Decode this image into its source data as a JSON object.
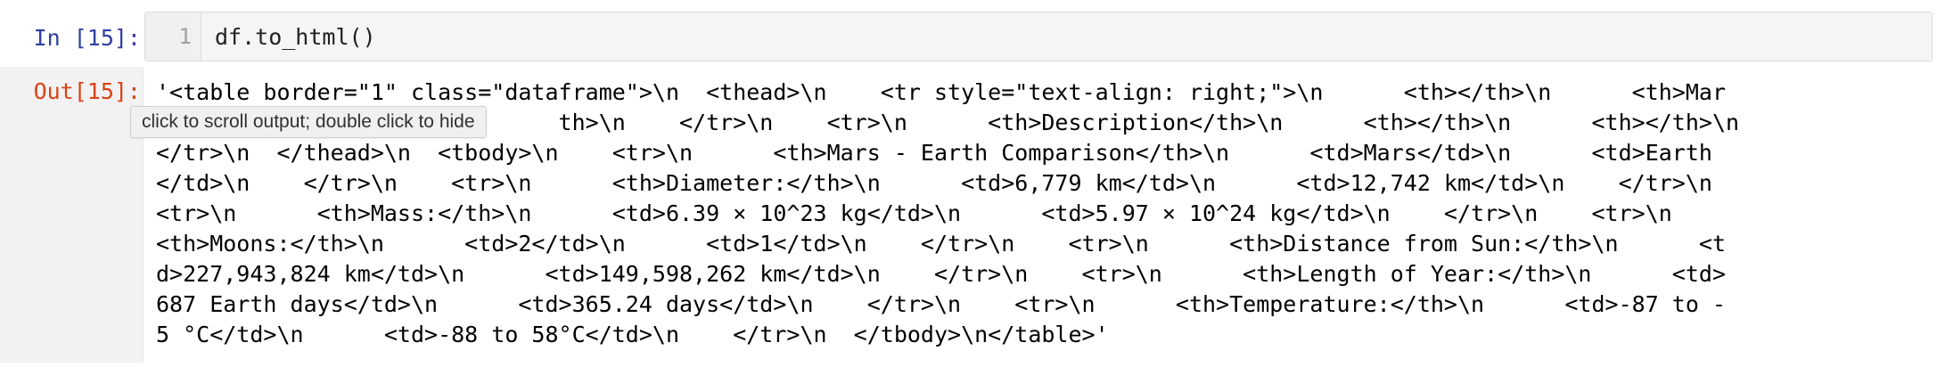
{
  "cell": {
    "in_prompt": "In [15]:",
    "out_prompt": "Out[15]:",
    "line_number": "1",
    "code": "df.to_html()"
  },
  "tooltip": {
    "text": "click to scroll output; double click to hide"
  },
  "output": {
    "lines": [
      "'<table border=\"1\" class=\"dataframe\">\\n  <thead>\\n    <tr style=\"text-align: right;\">\\n      <th></th>\\n      <th>Mar",
      "                              th>\\n    </tr>\\n    <tr>\\n      <th>Description</th>\\n      <th></th>\\n      <th></th>\\n",
      "</tr>\\n  </thead>\\n  <tbody>\\n    <tr>\\n      <th>Mars - Earth Comparison</th>\\n      <td>Mars</td>\\n      <td>Earth",
      "</td>\\n    </tr>\\n    <tr>\\n      <th>Diameter:</th>\\n      <td>6,779 km</td>\\n      <td>12,742 km</td>\\n    </tr>\\n",
      "<tr>\\n      <th>Mass:</th>\\n      <td>6.39 × 10^23 kg</td>\\n      <td>5.97 × 10^24 kg</td>\\n    </tr>\\n    <tr>\\n",
      "<th>Moons:</th>\\n      <td>2</td>\\n      <td>1</td>\\n    </tr>\\n    <tr>\\n      <th>Distance from Sun:</th>\\n      <t",
      "d>227,943,824 km</td>\\n      <td>149,598,262 km</td>\\n    </tr>\\n    <tr>\\n      <th>Length of Year:</th>\\n      <td>",
      "687 Earth days</td>\\n      <td>365.24 days</td>\\n    </tr>\\n    <tr>\\n      <th>Temperature:</th>\\n      <td>-87 to -",
      "5 °C</td>\\n      <td>-88 to 58°C</td>\\n    </tr>\\n  </tbody>\\n</table>'"
    ]
  },
  "colors": {
    "in_prompt": "#303f9f",
    "out_prompt": "#d84315",
    "input_bg": "#f5f5f5"
  }
}
